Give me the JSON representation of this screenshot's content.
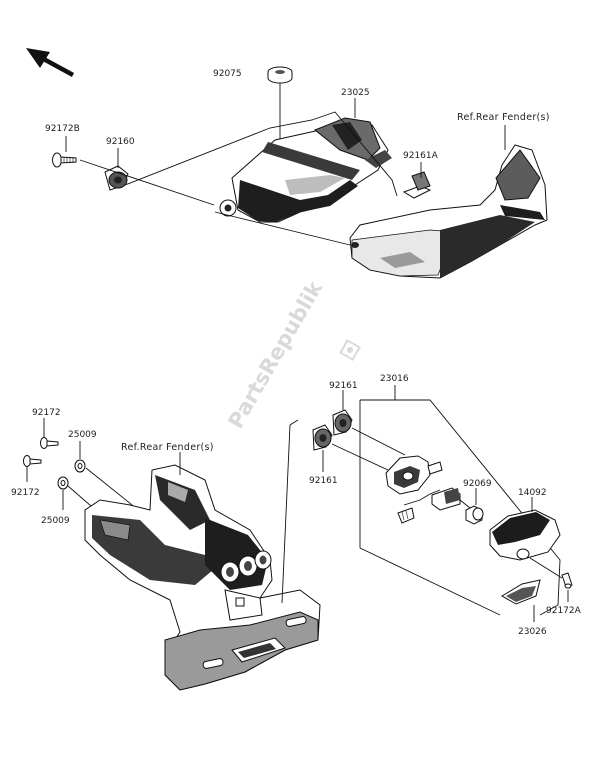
{
  "diagram": {
    "watermark": "PartsRepublik",
    "refs": {
      "upper_fender": "Ref.Rear Fender(s)",
      "lower_fender": "Ref.Rear Fender(s)"
    },
    "parts": {
      "p92075": "92075",
      "p23025_top": "23025",
      "p92172B": "92172B",
      "p92160": "92160",
      "p92161A": "92161A",
      "p92161_a": "92161",
      "p92161_b": "92161",
      "p23016": "23016",
      "p92172_a": "92172",
      "p92172_b": "92172",
      "p25009_a": "25009",
      "p25009_b": "25009",
      "p92069": "92069",
      "p14092": "14092",
      "p92172A": "92172A",
      "p23026": "23026"
    }
  }
}
